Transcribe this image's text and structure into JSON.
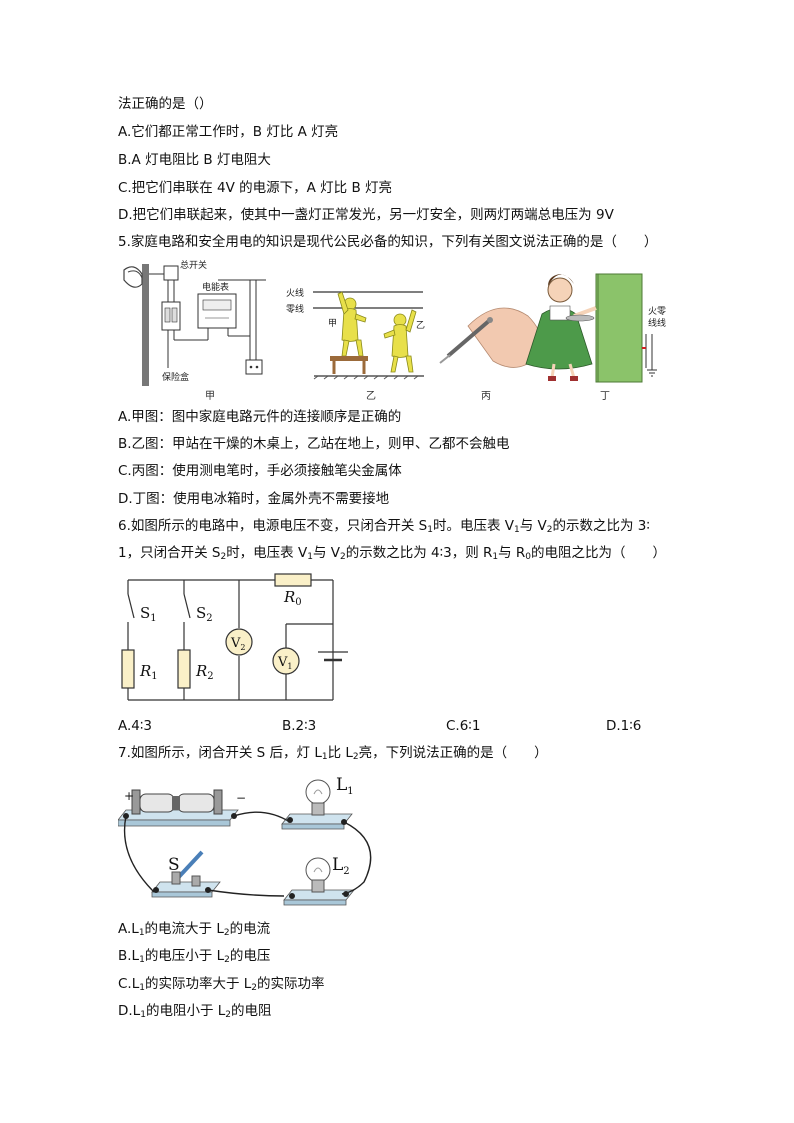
{
  "q4": {
    "stem_cont": "法正确的是（）",
    "options": [
      "A.它们都正常工作时，B 灯比 A 灯亮",
      "B.A 灯电阻比 B 灯电阻大",
      "C.把它们串联在 4V 的电源下，A 灯比 B 灯亮",
      "D.把它们串联起来，使其中一盏灯正常发光，另一灯安全，则两灯两端总电压为 9V"
    ]
  },
  "q5": {
    "stem": "5.家庭电路和安全用电的知识是现代公民必备的知识，下列有关图文说法正确的是（　　）",
    "figure_labels": {
      "main_switch": "总开关",
      "meter": "电能表",
      "fuse_box": "保险盒",
      "live_wire": "火线",
      "neutral_wire": "零线",
      "jia_person": "甲",
      "yi_person": "乙",
      "live_neutral_side": "火零",
      "wire_side": "线线"
    },
    "captions": [
      "甲",
      "乙",
      "丙",
      "丁"
    ],
    "options": [
      "A.甲图：图中家庭电路元件的连接顺序是正确的",
      "B.乙图：甲站在干燥的木桌上，乙站在地上，则甲、乙都不会触电",
      "C.丙图：使用测电笔时，手必须接触笔尖金属体",
      "D.丁图：使用电冰箱时，金属外壳不需要接地"
    ]
  },
  "q6": {
    "stem_line1": "6.如图所示的电路中，电源电压不变，只闭合开关 S",
    "stem_line1_tail": "时。电压表 V",
    "stem_line1_mid": "与 V",
    "stem_line1_end": "的示数之比为 3∶",
    "stem_line2_a": "1，只闭合开关 S",
    "stem_line2_b": "时，电压表 V",
    "stem_line2_c": "与 V",
    "stem_line2_d": "的示数之比为 4∶3，则 R",
    "stem_line2_e": "与 R",
    "stem_line2_f": "的电阻之比为（　　）",
    "sub1": "1",
    "sub2": "2",
    "sub0": "0",
    "circuit_labels": {
      "s": "S",
      "r": "R",
      "v": "V",
      "one": "1",
      "two": "2",
      "zero": "0"
    },
    "options": [
      "A.4∶3",
      "B.2∶3",
      "C.6∶1",
      "D.1∶6"
    ]
  },
  "q7": {
    "stem_a": "7.如图所示，闭合开关 S 后，灯 L",
    "stem_b": "比 L",
    "stem_c": "亮，下列说法正确的是（　　）",
    "sub1": "1",
    "sub2": "2",
    "figure_labels": {
      "plus": "+",
      "minus": "−",
      "s": "S",
      "l": "L",
      "one": "1",
      "two": "2"
    },
    "options": [
      {
        "a": "A.L",
        "b": "的电流大于 L",
        "c": "的电流"
      },
      {
        "a": "B.L",
        "b": "的电压小于 L",
        "c": "的电压"
      },
      {
        "a": "C.L",
        "b": "的实际功率大于 L",
        "c": "的实际功率"
      },
      {
        "a": "D.L",
        "b": "的电阻小于 L",
        "c": "的电阻"
      }
    ]
  }
}
